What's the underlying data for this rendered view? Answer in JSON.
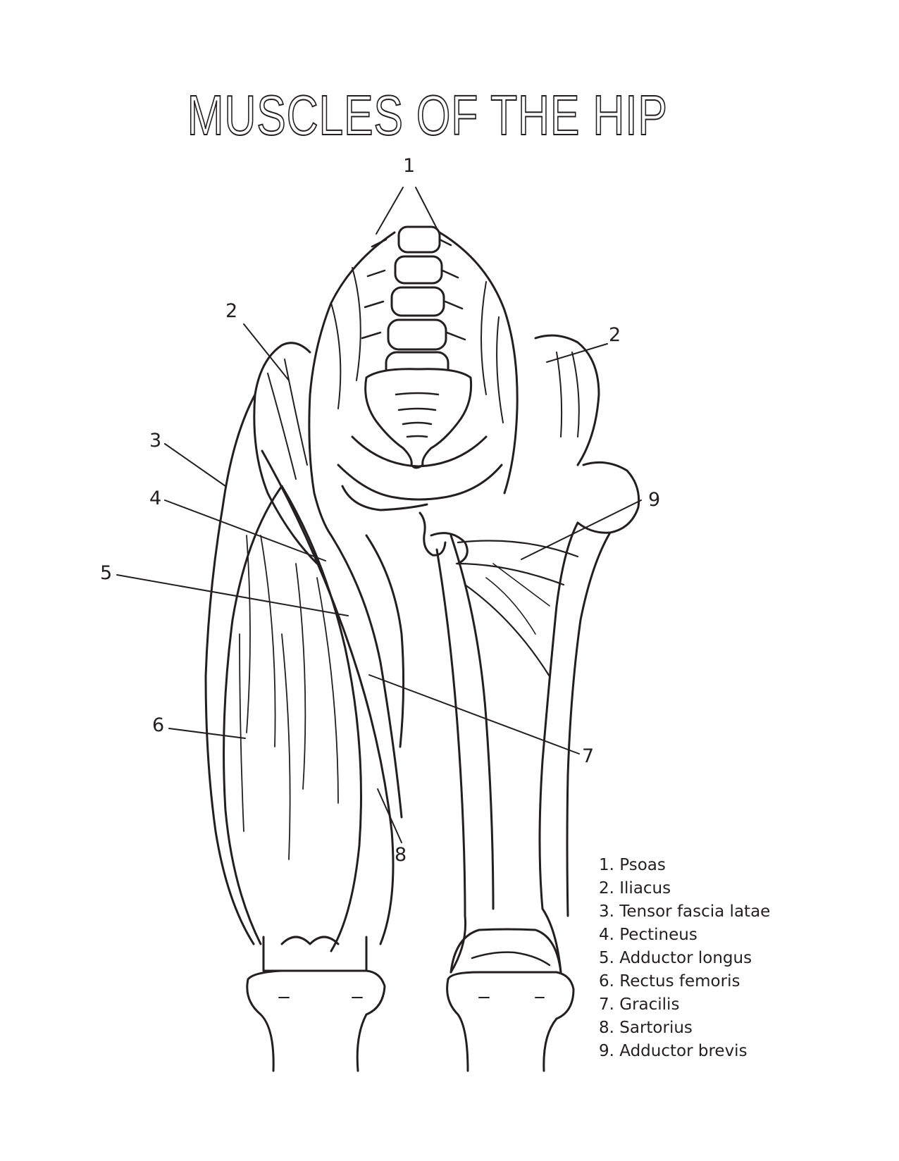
{
  "title": "MUSCLES OF THE HIP",
  "colors": {
    "ink": "#231f20",
    "paper": "#ffffff"
  },
  "callouts": [
    "1",
    "2",
    "2",
    "3",
    "4",
    "5",
    "6",
    "7",
    "8",
    "9"
  ],
  "legend": [
    "1. Psoas",
    "2. Iliacus",
    "3. Tensor fascia latae",
    "4. Pectineus",
    "5. Adductor longus",
    "6. Rectus femoris",
    "7. Gracilis",
    "8. Sartorius",
    "9. Adductor brevis"
  ]
}
